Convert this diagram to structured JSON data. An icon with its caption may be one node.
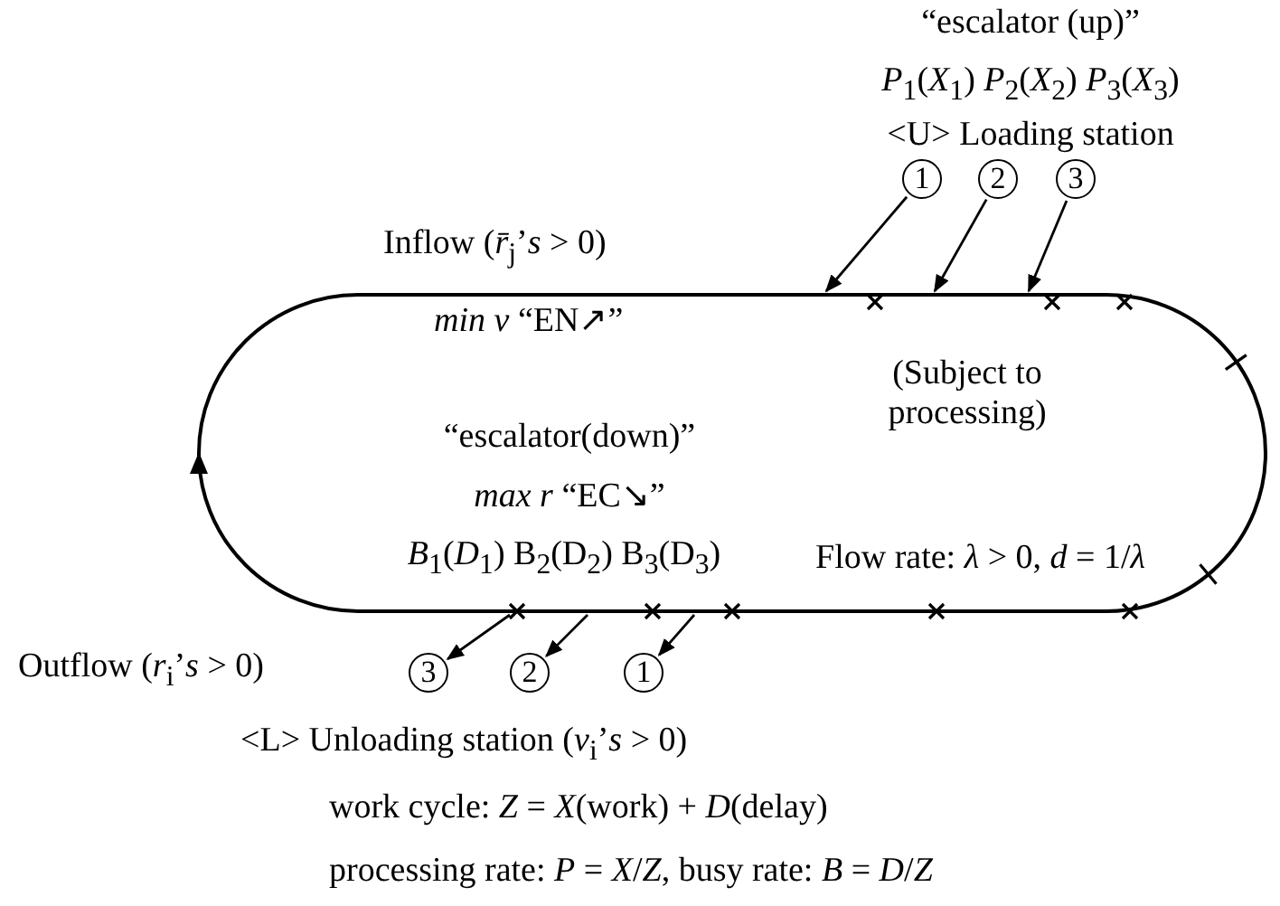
{
  "diagram": {
    "nodes": [
      {
        "text": [],
        "shape": "track"
      },
      {
        "text": [
          "1"
        ]
      },
      {
        "text": [
          "2"
        ]
      },
      {
        "text": [
          "3"
        ]
      },
      {
        "text": [
          "3"
        ]
      },
      {
        "text": [
          "2"
        ]
      },
      {
        "text": [
          "1"
        ]
      }
    ],
    "edges": [
      {
        "from": 1,
        "to": 0,
        "arrow": "to"
      },
      {
        "from": 2,
        "to": 0,
        "arrow": "to"
      },
      {
        "from": 3,
        "to": 0,
        "arrow": "to"
      },
      {
        "from": 0,
        "to": 4,
        "arrow": "to"
      },
      {
        "from": 0,
        "to": 5,
        "arrow": "to"
      },
      {
        "from": 0,
        "to": 6,
        "arrow": "to"
      }
    ],
    "labels": [
      "“escalator (up)”",
      "*P*$_{1}$(*X*$_{1}$) *P*$_{2}$(*X*$_{2}$) *P*$_{3}$(*X*$_{3}$)",
      "<U> Loading station",
      "Inflow (*r̄*$_{j}$’*s* > 0)",
      "*min v* “EN↗”",
      "(Subject to processing)",
      "“escalator(down)”",
      "*max r* “EC↘”",
      "*B*$_{1}$(*D*$_{1}$) B$_{2}$(D$_{2}$) B$_{3}$(D$_{3}$)",
      "Flow rate: *λ* > 0, *d* = 1/*λ*",
      "Outflow (*r*$_{i}$’*s* > 0)",
      "<L> Unloading station (*v*$_{i}$’*s* > 0)",
      "work cycle: *Z* = *X*(work) + *D*(delay)",
      "processing rate: *P* = *X*/*Z*, busy rate: *B* = *D*/*Z*"
    ]
  }
}
